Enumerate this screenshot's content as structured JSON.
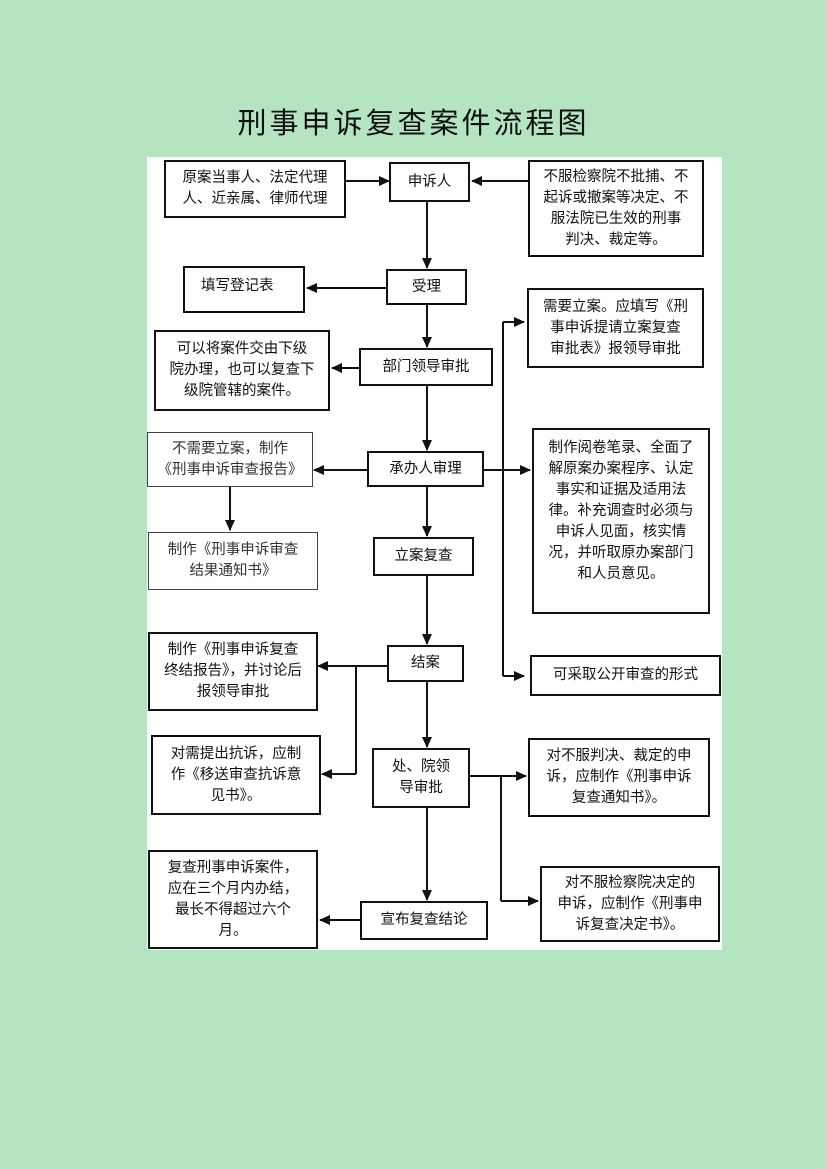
{
  "title": "刑事申诉复查案件流程图",
  "nodes": {
    "petitioner": "申诉人",
    "sources_left": "原案当事人、法定代理\n人、近亲属、律师代理",
    "sources_right": "不服检察院不批捕、不\n起诉或撤案等决定、不\n服法院已生效的刑事\n判决、裁定等。",
    "accept": "受理",
    "register_form": "填写登记表",
    "dept_approval": "部门领导审批",
    "delegate_note": "可以将案件交由下级\n院办理，也可以复查下\n级院管辖的案件。",
    "need_filing": "需要立案。应填写《刑\n事申诉提请立案复查\n审批表》报领导审批",
    "handler_review": "承办人审理",
    "no_filing": "不需要立案，制作\n《刑事申诉审查报告》",
    "review_result_notice": "制作《刑事申诉审查\n结果通知书》",
    "review_method": "制作阅卷笔录、全面了\n解原案办案程序、认定\n事实和证据及适用法\n律。补充调查时必须与\n申诉人见面，核实情\n况，并听取原办案部门\n和人员意见。",
    "filing_review": "立案复查",
    "close_case": "结案",
    "final_report": "制作《刑事申诉复查\n终结报告》，并讨论后\n报领导审批",
    "public_review": "可采取公开审查的形式",
    "chief_approval": "处、院领\n导审批",
    "protest_note": "对需提出抗诉，应制\n作《移送审查抗诉意\n见书》。",
    "court_notice": "对不服判决、裁定的申\n诉，应制作《刑事申诉\n复查通知书》。",
    "procuratorate_decision": "对不服检察院决定的\n申诉，应制作《刑事申\n诉复查决定书》。",
    "announce": "宣布复查结论",
    "time_limit": "复查刑事申诉案件，\n应在三个月内办结，\n最长不得超过六个\n月。"
  },
  "colors": {
    "background": "#b5e5c0",
    "panel": "#ffffff",
    "line": "#111111"
  }
}
